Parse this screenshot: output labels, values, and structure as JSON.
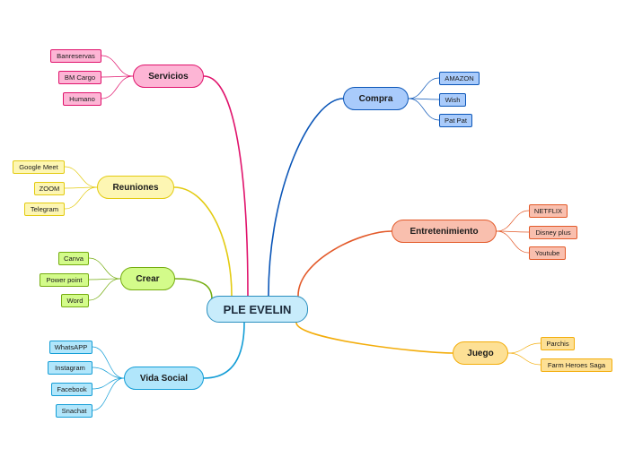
{
  "root": {
    "label": "PLE EVELIN",
    "fill": "#c8ecfb",
    "border": "#2a8fbf"
  },
  "branches": [
    {
      "id": "servicios",
      "label": "Servicios",
      "color": "#e0136c",
      "fill": "#fdb5d5",
      "children": [
        "Banreservas",
        "BM Cargo",
        "Humano"
      ]
    },
    {
      "id": "compra",
      "label": "Compra",
      "color": "#0b56b8",
      "fill": "#a9cbfb",
      "children": [
        "AMAZON",
        "Wish",
        "Pat Pat"
      ]
    },
    {
      "id": "reuniones",
      "label": "Reuniones",
      "color": "#e3cb11",
      "fill": "#fdf6b3",
      "children": [
        "Google Meet",
        "ZOOM",
        "Telegram"
      ]
    },
    {
      "id": "entretenimiento",
      "label": "Entretenimiento",
      "color": "#e35a2a",
      "fill": "#f9bfae",
      "children": [
        "NETFLIX",
        "Disney plus",
        "Youtube"
      ]
    },
    {
      "id": "crear",
      "label": "Crear",
      "color": "#75ad10",
      "fill": "#d3fb8a",
      "children": [
        "Canva",
        "Power point",
        "Word"
      ]
    },
    {
      "id": "juego",
      "label": "Juego",
      "color": "#f3ad0b",
      "fill": "#fde095",
      "children": [
        "Parchis",
        "Farm Heroes Saga"
      ]
    },
    {
      "id": "vida-social",
      "label": "Vida Social",
      "color": "#139dd6",
      "fill": "#b1e6fb",
      "children": [
        "WhatsAPP",
        "Instagram",
        "Facebook",
        "Snachat"
      ]
    }
  ]
}
